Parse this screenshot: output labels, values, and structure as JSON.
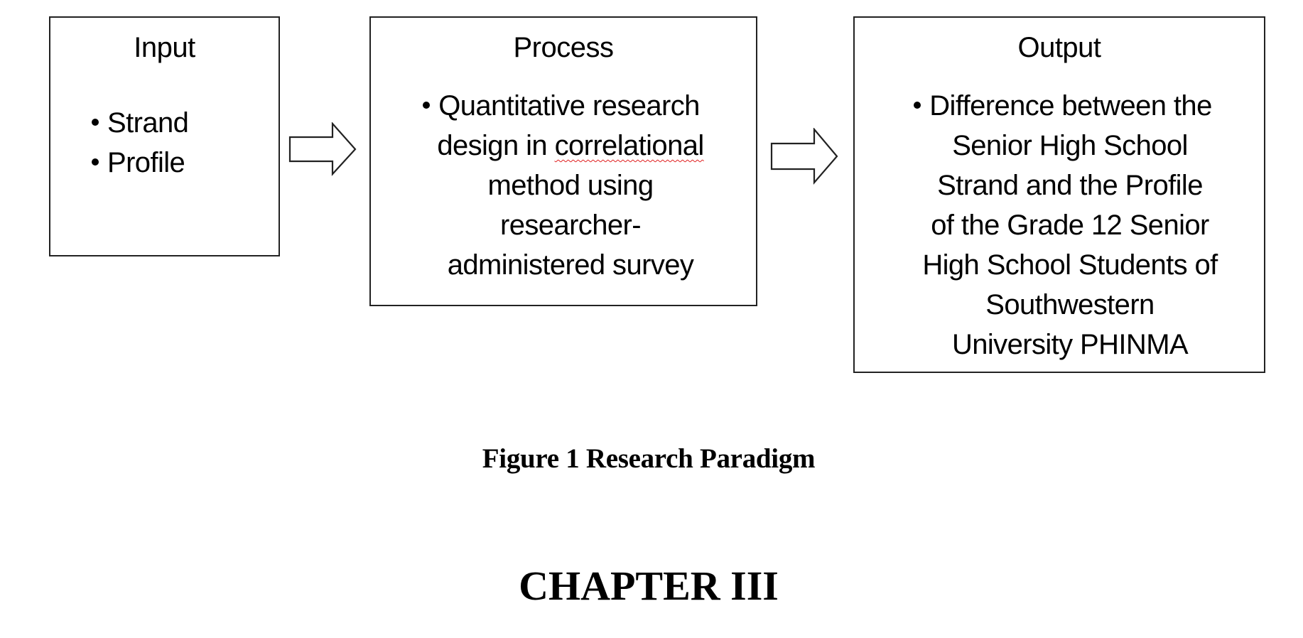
{
  "diagram": {
    "input": {
      "title": "Input",
      "items": [
        "Strand",
        "Profile"
      ]
    },
    "process": {
      "title": "Process",
      "lines": [
        "Quantitative research",
        "design in ",
        "correlational",
        "method using",
        "researcher-",
        "administered survey"
      ],
      "full_text": "Quantitative research design in correlational method using researcher-administered survey",
      "spellcheck_flagged_word": "correlational"
    },
    "output": {
      "title": "Output",
      "lines": [
        "Difference between the",
        "Senior High School",
        "Strand and the Profile",
        "of the Grade 12 Senior",
        "High School Students of",
        "Southwestern",
        "University PHINMA"
      ],
      "full_text": "Difference between the Senior High School Strand and the Profile of the Grade 12 Senior High School Students of Southwestern University PHINMA"
    },
    "arrows": [
      "right-arrow",
      "right-arrow"
    ]
  },
  "figure_caption": "Figure 1 Research Paradigm",
  "chapter_heading": "CHAPTER III",
  "colors": {
    "border": "#222222",
    "text": "#000000",
    "spellcheck_underline": "#e02020",
    "background": "#ffffff"
  }
}
